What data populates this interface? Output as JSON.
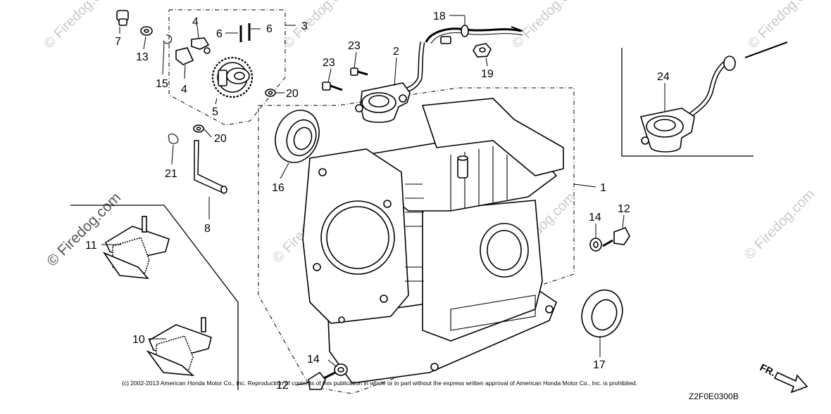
{
  "watermark": "© Firedog.com",
  "copyright": "(c) 2002-2013 American Honda Motor Co., Inc. Reproduction of contents of this publication in whole or in part without the express written approval of American Honda Motor Co., Inc. is prohibited.",
  "diagram_code": "Z2F0E0300B",
  "direction_label": "FR.",
  "callouts": [
    {
      "id": "c7",
      "text": "7"
    },
    {
      "id": "c13",
      "text": "13"
    },
    {
      "id": "c15",
      "text": "15"
    },
    {
      "id": "c4a",
      "text": "4"
    },
    {
      "id": "c4b",
      "text": "4"
    },
    {
      "id": "c6a",
      "text": "6"
    },
    {
      "id": "c6b",
      "text": "6"
    },
    {
      "id": "c3",
      "text": "3"
    },
    {
      "id": "c5",
      "text": "5"
    },
    {
      "id": "c20a",
      "text": "20"
    },
    {
      "id": "c20b",
      "text": "20"
    },
    {
      "id": "c21",
      "text": "21"
    },
    {
      "id": "c8",
      "text": "8"
    },
    {
      "id": "c18",
      "text": "18"
    },
    {
      "id": "c23a",
      "text": "23"
    },
    {
      "id": "c23b",
      "text": "23"
    },
    {
      "id": "c2",
      "text": "2"
    },
    {
      "id": "c19",
      "text": "19"
    },
    {
      "id": "c24",
      "text": "24"
    },
    {
      "id": "c16",
      "text": "16"
    },
    {
      "id": "c1",
      "text": "1"
    },
    {
      "id": "c14a",
      "text": "14"
    },
    {
      "id": "c12a",
      "text": "12"
    },
    {
      "id": "c11",
      "text": "11"
    },
    {
      "id": "c10",
      "text": "10"
    },
    {
      "id": "c17",
      "text": "17"
    },
    {
      "id": "c14b",
      "text": "14"
    },
    {
      "id": "c12b",
      "text": "12"
    }
  ]
}
